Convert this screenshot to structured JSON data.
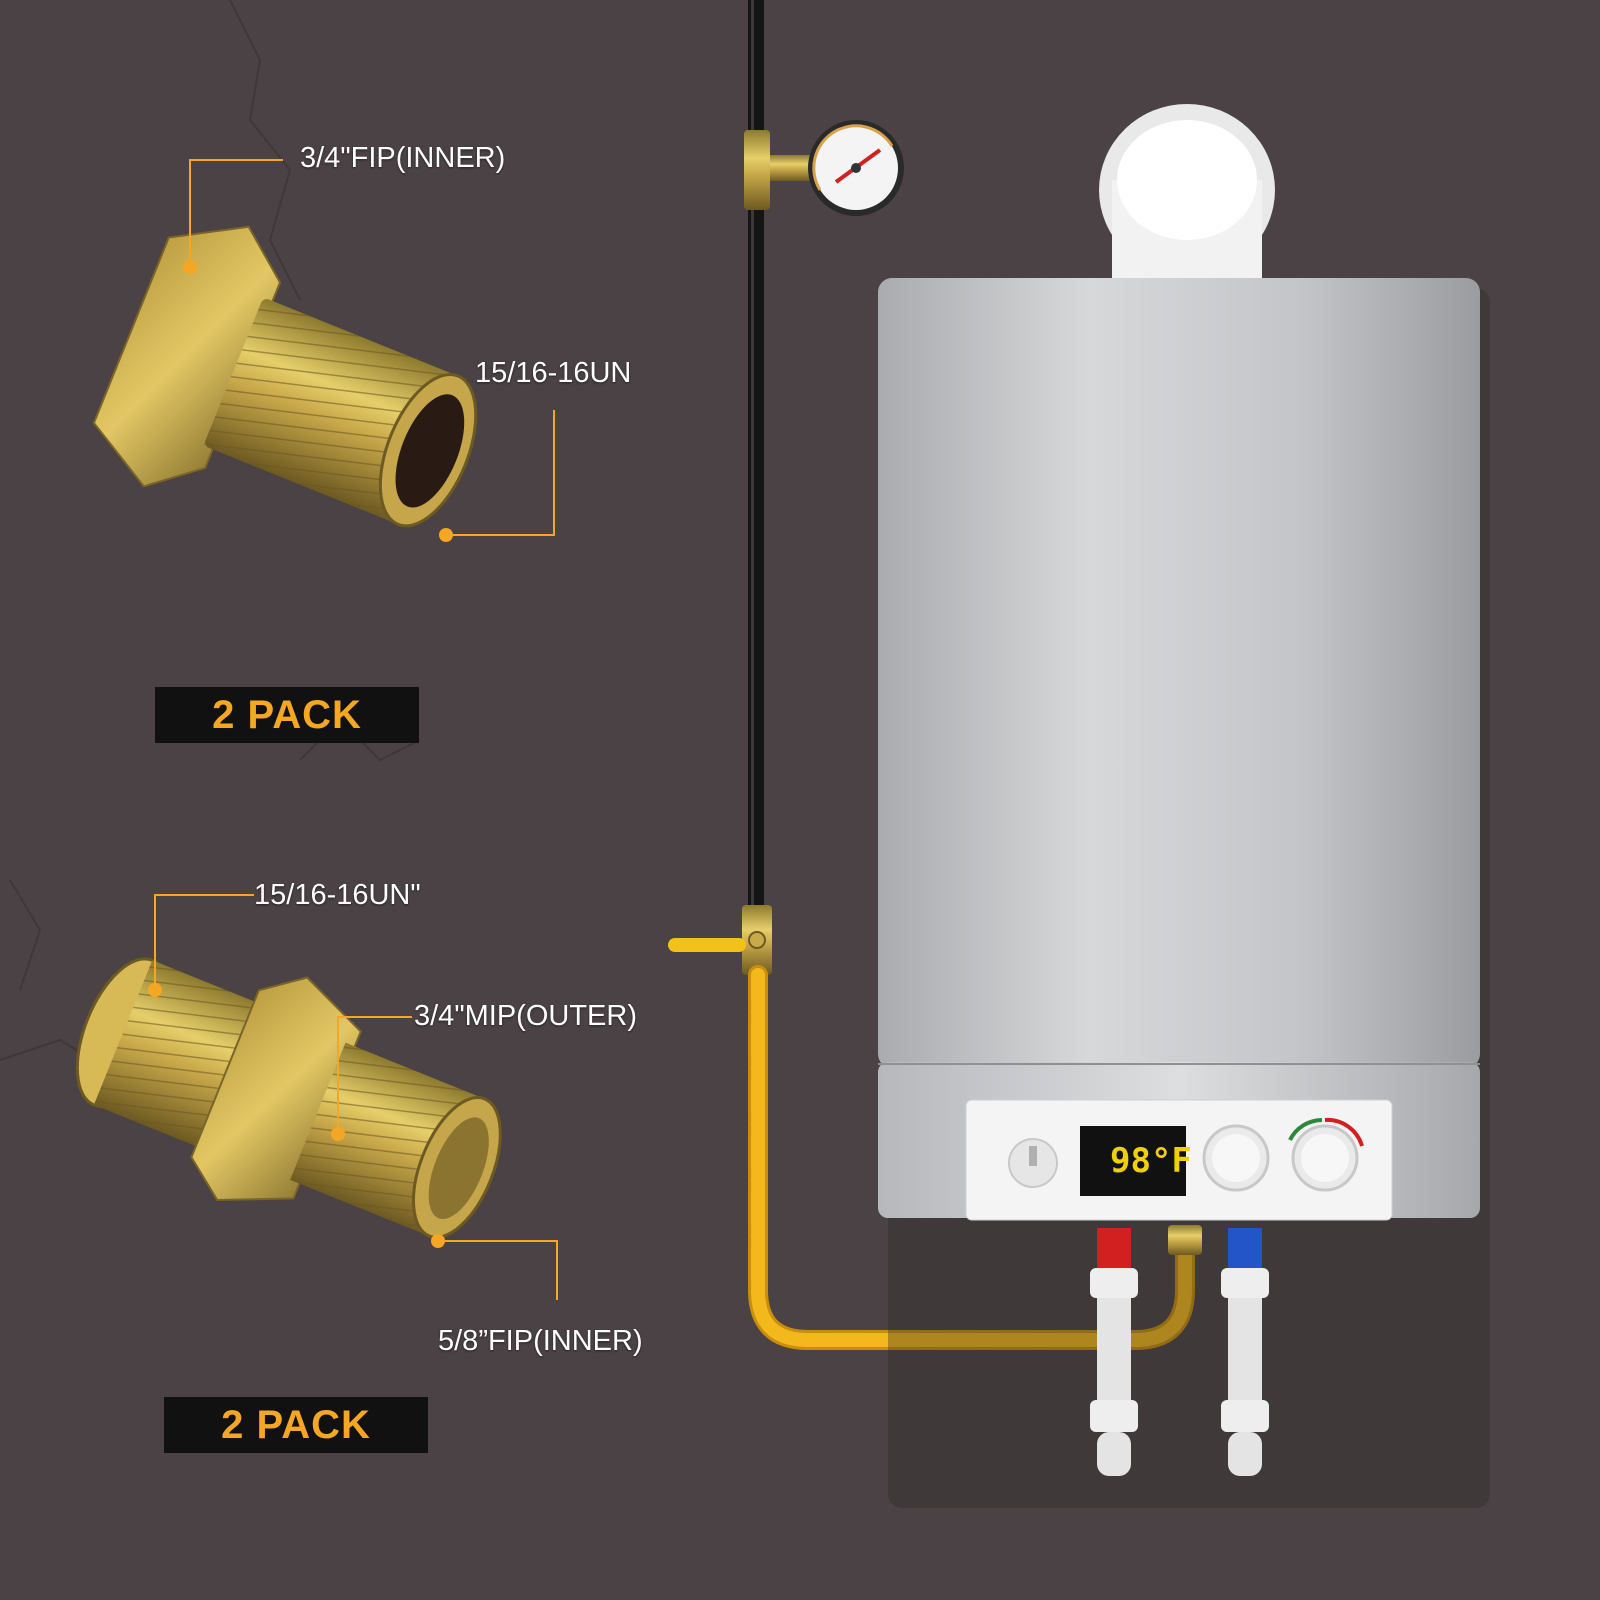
{
  "fitting_top": {
    "label_fip": "3/4\"FIP(INNER)",
    "label_thread": "15/16-16UN",
    "pack": "2 PACK"
  },
  "fitting_bottom": {
    "label_thread": "15/16-16UN\"",
    "label_mip": "3/4\"MIP(OUTER)",
    "label_fip": "5/8”FIP(INNER)",
    "pack": "2 PACK"
  },
  "heater": {
    "display": "98°F"
  },
  "colors": {
    "accent": "#f5a623",
    "callout_line": "#f5a623",
    "wall": "#4a4244",
    "hose": "#f2b81c",
    "hot_pipe": "#d22020",
    "cold_pipe": "#2355c8"
  }
}
